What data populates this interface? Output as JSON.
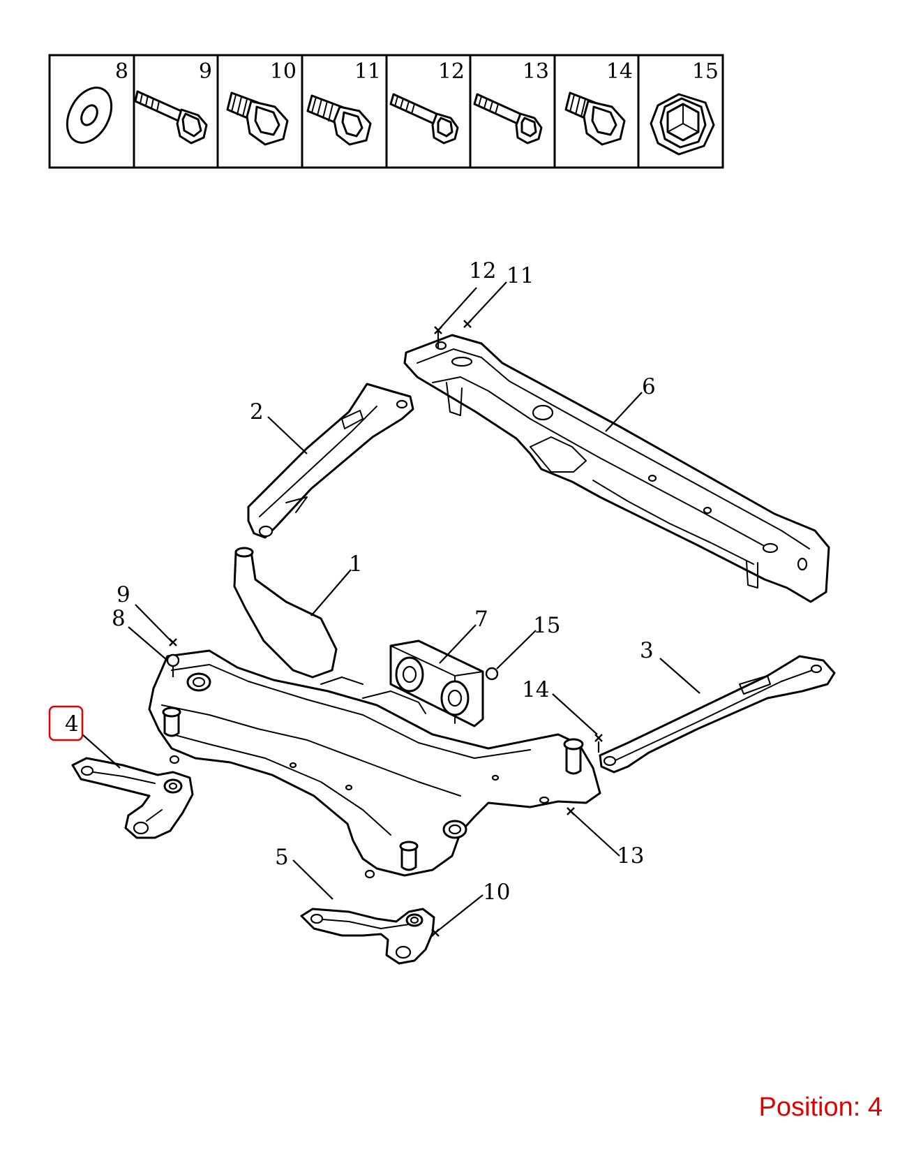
{
  "fastener_table": {
    "cells": [
      {
        "number": "8",
        "icon": "washer-icon"
      },
      {
        "number": "9",
        "icon": "long-bolt-icon"
      },
      {
        "number": "10",
        "icon": "short-bolt-icon"
      },
      {
        "number": "11",
        "icon": "bolt-icon"
      },
      {
        "number": "12",
        "icon": "long-bolt-icon"
      },
      {
        "number": "13",
        "icon": "long-bolt-icon"
      },
      {
        "number": "14",
        "icon": "short-bolt-icon"
      },
      {
        "number": "15",
        "icon": "flange-nut-icon"
      }
    ]
  },
  "callouts": {
    "c1": "1",
    "c2": "2",
    "c3": "3",
    "c4": "4",
    "c5": "5",
    "c6": "6",
    "c7": "7",
    "c8": "8",
    "c9": "9",
    "c10": "10",
    "c11": "11",
    "c12": "12",
    "c13": "13",
    "c14": "14",
    "c15": "15"
  },
  "highlight": {
    "callout": "4",
    "color": "#e00000"
  },
  "position_label": "Position: 4"
}
